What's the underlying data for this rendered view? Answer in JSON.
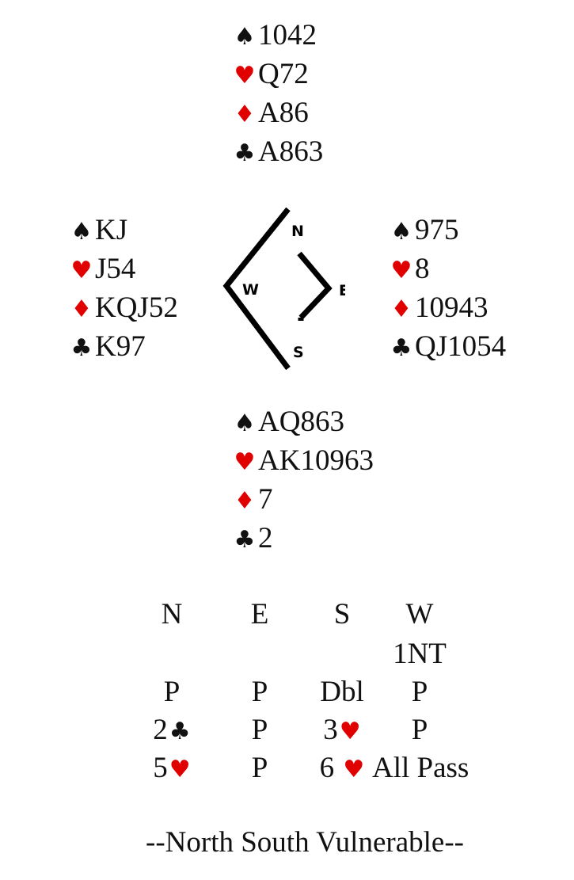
{
  "hands": {
    "north": [
      {
        "suit": "♠",
        "cards": "1042",
        "color": "black"
      },
      {
        "suit": "♥",
        "cards": "Q72",
        "color": "red"
      },
      {
        "suit": "♦",
        "cards": "A86",
        "color": "red"
      },
      {
        "suit": "♣",
        "cards": "A863",
        "color": "black"
      }
    ],
    "west": [
      {
        "suit": "♠",
        "cards": "KJ",
        "color": "black"
      },
      {
        "suit": "♥",
        "cards": "J54",
        "color": "red"
      },
      {
        "suit": "♦",
        "cards": "KQJ52",
        "color": "red"
      },
      {
        "suit": "♣",
        "cards": "K97",
        "color": "black"
      }
    ],
    "east": [
      {
        "suit": "♠",
        "cards": "975",
        "color": "black"
      },
      {
        "suit": "♥",
        "cards": "8",
        "color": "red"
      },
      {
        "suit": "♦",
        "cards": "10943",
        "color": "red"
      },
      {
        "suit": "♣",
        "cards": "QJ1054",
        "color": "black"
      }
    ],
    "south": [
      {
        "suit": "♠",
        "cards": "AQ863",
        "color": "black"
      },
      {
        "suit": "♥",
        "cards": "AK10963",
        "color": "red"
      },
      {
        "suit": "♦",
        "cards": "7",
        "color": "red"
      },
      {
        "suit": "♣",
        "cards": "2",
        "color": "black"
      }
    ]
  },
  "compass": {
    "n": "N",
    "e": "E",
    "s": "S",
    "w": "W"
  },
  "bidding": {
    "headers": [
      "N",
      "E",
      "S",
      "W"
    ],
    "rows": [
      [
        {
          "text": ""
        },
        {
          "text": ""
        },
        {
          "text": ""
        },
        {
          "text": "1NT"
        }
      ],
      [
        {
          "text": "P"
        },
        {
          "text": "P"
        },
        {
          "text": "Dbl"
        },
        {
          "text": "P"
        }
      ],
      [
        {
          "text": "2",
          "suit": "♣",
          "color": "black"
        },
        {
          "text": "P"
        },
        {
          "text": "3",
          "suit": "♥",
          "color": "red"
        },
        {
          "text": "P"
        }
      ],
      [
        {
          "text": "5",
          "suit": "♥",
          "color": "red"
        },
        {
          "text": "P"
        },
        {
          "text": "6 ",
          "suit": "♥",
          "color": "red"
        },
        {
          "text": "All Pass"
        }
      ]
    ]
  },
  "footer": "--North South Vulnerable--",
  "colors": {
    "red": "#e00000",
    "black": "#111111"
  }
}
